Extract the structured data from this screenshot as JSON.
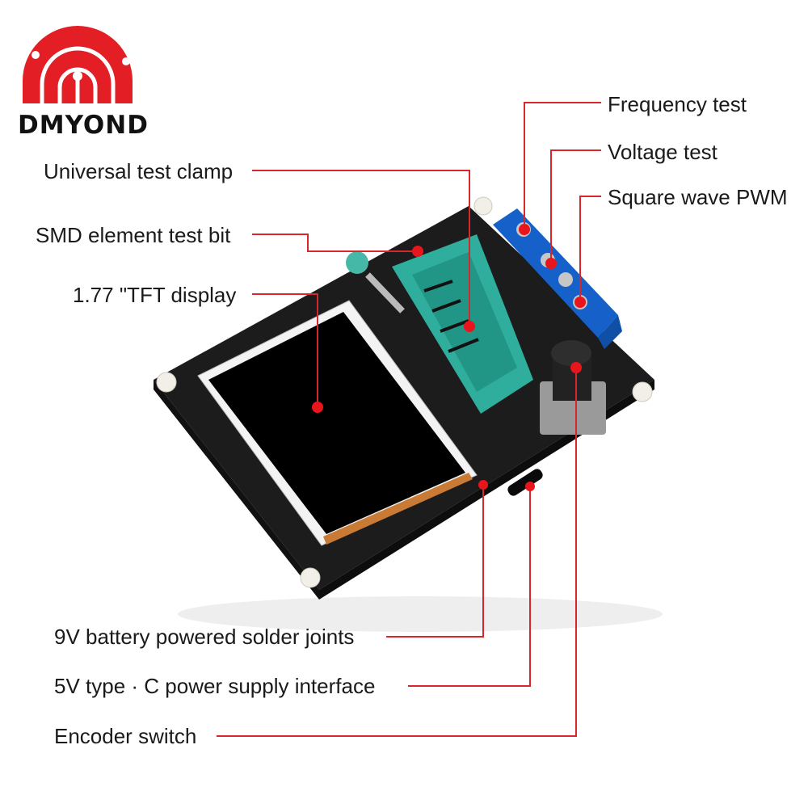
{
  "brand": {
    "name": "DMYOND",
    "color": "#e31e24"
  },
  "callouts": {
    "frequency_test": "Frequency test",
    "voltage_test": "Voltage test",
    "square_wave_pwm": "Square wave PWM",
    "universal_test_clamp": "Universal test clamp",
    "smd_element_test_bit": "SMD element test bit",
    "tft_display": "1.77 \"TFT display",
    "battery_solder_joints": "9V battery powered solder joints",
    "type_c_interface": "5V type · C power supply interface",
    "encoder_switch": "Encoder switch"
  },
  "colors": {
    "leader": "#d8262d",
    "board": "#1c1c1c",
    "terminal": "#1560c9",
    "socket": "#2fae9e"
  }
}
